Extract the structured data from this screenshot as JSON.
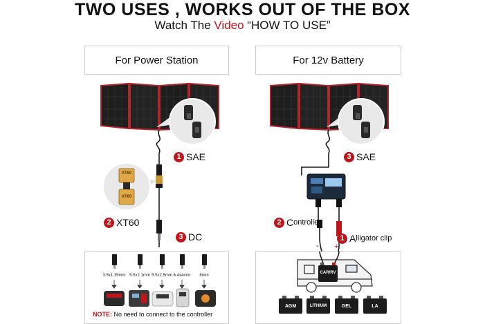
{
  "header": {
    "title": "TWO USES , WORKS OUT OF THE BOX",
    "subtitle_pre": "Watch The ",
    "subtitle_highlight": "Video",
    "subtitle_post": " “HOW TO USE”"
  },
  "left": {
    "header": "For Power Station",
    "step1": {
      "num": "1",
      "label": "SAE"
    },
    "step2": {
      "num": "2",
      "label": "XT60"
    },
    "step3": {
      "num": "3",
      "label": "DC"
    },
    "adapter_top": "XT60",
    "adapter_bottom": "XT60",
    "sizes": [
      "3.5x1.35mm",
      "5.5x2.1mm",
      "5.5x2.5mm",
      "6.4x4mm",
      "8mm"
    ],
    "note_label": "NOTE:",
    "note_text": " No need to connect to the controller"
  },
  "right": {
    "header": "For 12v Battery",
    "step1": {
      "num": "1",
      "label_big": "A",
      "label_rest": "lligator clip"
    },
    "step2": {
      "num": "2",
      "label_big": "C",
      "label_rest": "ontroller"
    },
    "step3": {
      "num": "3",
      "label": "SAE"
    },
    "minus": "-",
    "plus": "+",
    "rv_battery": "CAR/RV",
    "batteries": [
      "AGM",
      "LITHIUM",
      "GEL",
      "LA"
    ]
  },
  "colors": {
    "accent_red": "#c0141b",
    "panel_dark": "#1e1e1e",
    "panel_frame": "#b3262b"
  },
  "icons": [
    "solar-panel-icon",
    "sae-connector-icon",
    "xt60-connector-icon",
    "dc-plug-icon",
    "power-station-icon",
    "charge-controller-icon",
    "rv-icon",
    "battery-icon"
  ]
}
